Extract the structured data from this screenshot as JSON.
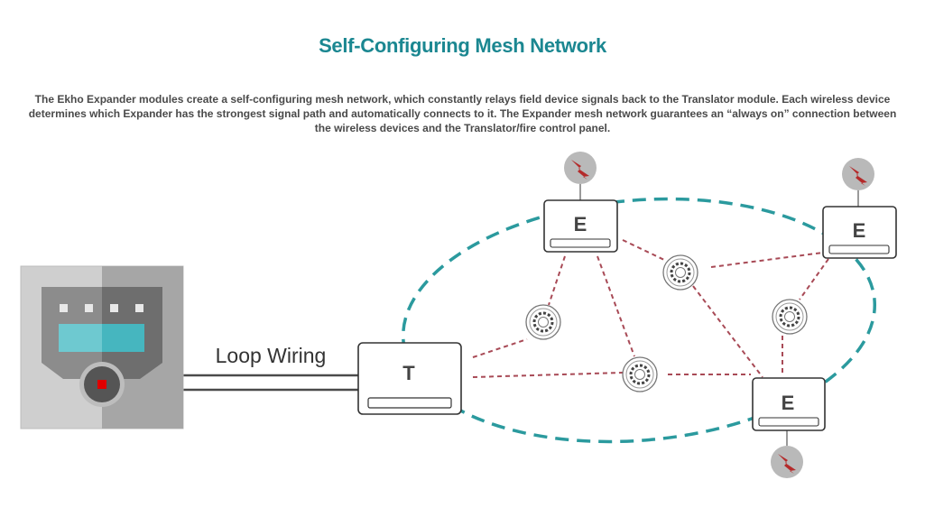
{
  "header": {
    "title": "Self-Configuring Mesh Network",
    "description": "The Ekho Expander modules create a self-configuring mesh network, which constantly relays field device signals back to the Translator module. Each wireless device determines which Expander has the strongest signal path and automatically connects to it. The Expander mesh network guarantees an “always on” connection between the wireless devices and the Translator/fire control panel."
  },
  "diagram": {
    "loop_label": "Loop Wiring",
    "translator_label": "T",
    "expander_label": "E",
    "colors": {
      "mesh": "#2b9a9e",
      "link": "#a84a56",
      "bolt": "#b42a2a",
      "title": "#1b8791",
      "panel_accent": "#4ec0c8",
      "panel_led": "#e00000"
    },
    "icons": {
      "expander_badge": "lightning-bolt-icon",
      "wireless_device": "smoke-detector-icon",
      "panel": "fire-control-panel-icon"
    }
  }
}
